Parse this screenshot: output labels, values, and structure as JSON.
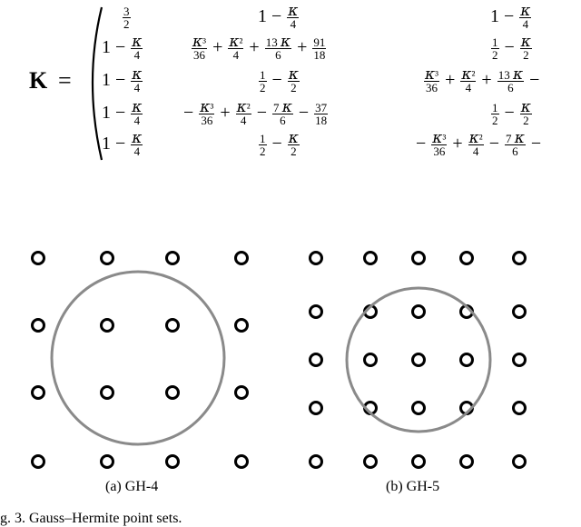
{
  "matrix": {
    "symbol": "K",
    "equals": "=",
    "rows": [
      [
        "3/2",
        "1 − κ/4",
        "1 − κ/4"
      ],
      [
        "1 − κ/4",
        "κ³/36 + κ²/4 + 13κ/6 + 91/18",
        "1/2 − κ/2"
      ],
      [
        "1 − κ/4",
        "1/2 − κ/2",
        "κ³/36 + κ²/4 + 13κ/6"
      ],
      [
        "1 − κ/4",
        "−κ³/36 + κ²/4 − 7κ/6 − 37/18",
        "1/2 − κ/2"
      ],
      [
        "1 − κ/4",
        "1/2 − κ/2",
        "−κ³/36 + κ²/4 − 7κ/6"
      ]
    ]
  },
  "figures": [
    {
      "label": "(a) GH-4",
      "grid": 4
    },
    {
      "label": "(b) GH-5",
      "grid": 5
    }
  ],
  "caption": "g. 3.    Gauss–Hermite point sets."
}
